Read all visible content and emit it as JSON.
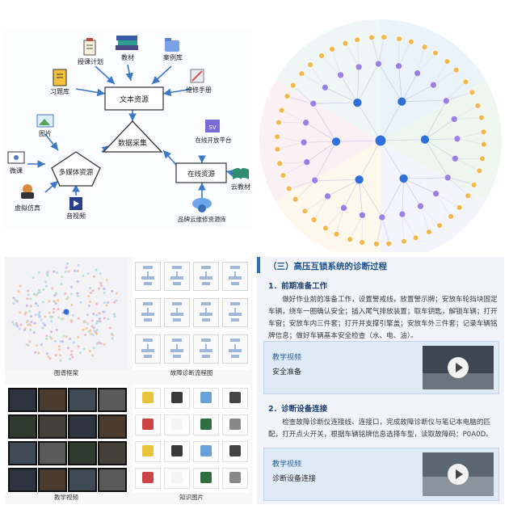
{
  "panel1": {
    "nodes": {
      "lesson_plan": "授课计划",
      "textbook": "教材",
      "case_library": "案例库",
      "exercise_library": "习题库",
      "repair_manual": "维修手册",
      "text_resources": "文本资源",
      "images": "图片",
      "data_collection": "数据采集",
      "online_platform": "在线开放平台",
      "micro_lesson": "微课",
      "multimedia_resources": "多媒体资源",
      "online_resources": "在线资源",
      "cloud_textbook": "云教材",
      "virtual_simulation": "虚拟仿真",
      "audio_video": "音视频",
      "brand_cloud_library": "品牌云维修资源库"
    },
    "icons": {
      "lesson_plan": "clipboard-icon",
      "textbook": "books-icon",
      "case_library": "folder-icon",
      "exercise_library": "exercise-book-icon",
      "repair_manual": "tools-icon",
      "images": "picture-icon",
      "online_platform": "sv-platform-icon",
      "micro_lesson": "presentation-icon",
      "cloud_textbook": "open-book-icon",
      "virtual_simulation": "vr-headset-icon",
      "audio_video": "play-video-icon",
      "brand_cloud_library": "cloud-gear-icon"
    }
  },
  "panel3": {
    "captions": {
      "graph_framework": "图谱框架",
      "fault_flowchart": "故障诊断流程图",
      "teaching_video": "教学视频",
      "knowledge_images": "知识图片"
    }
  },
  "panel4": {
    "title": "（三）高压互锁系统的诊断过程",
    "sections": [
      {
        "heading": "1．前期准备工作",
        "text": "做好作业前的准备工作，设置警戒线，放置警示牌；安放车轮挡块固定车辆，绕车一圈确认安全；插入尾气排放装置；取车钥匙，解锁车辆；打开车窗；安放车内三件套；打开并支撑引擎盖；安放车外三件套；记录车辆铭牌信息；做好车辆基本安全检查（水、电、油）。",
        "card_label": "教学视频",
        "card_title": "安全准备"
      },
      {
        "heading": "2．诊断设备连接",
        "text": "检查故障诊断仪连接线、连接口，完成故障诊断仪与笔记本电脑的匹配，打开点火开关，根据车辆铭牌信息选择车型，读取故障码：P0A0D。",
        "card_label": "教学视频",
        "card_title": "诊断设备连接"
      }
    ]
  },
  "colors": {
    "accent_blue": "#2f6fb8",
    "graph_center": "#2e6fd9",
    "graph_mid": "#9a7fe6",
    "graph_leaf": "#f2b84b"
  }
}
